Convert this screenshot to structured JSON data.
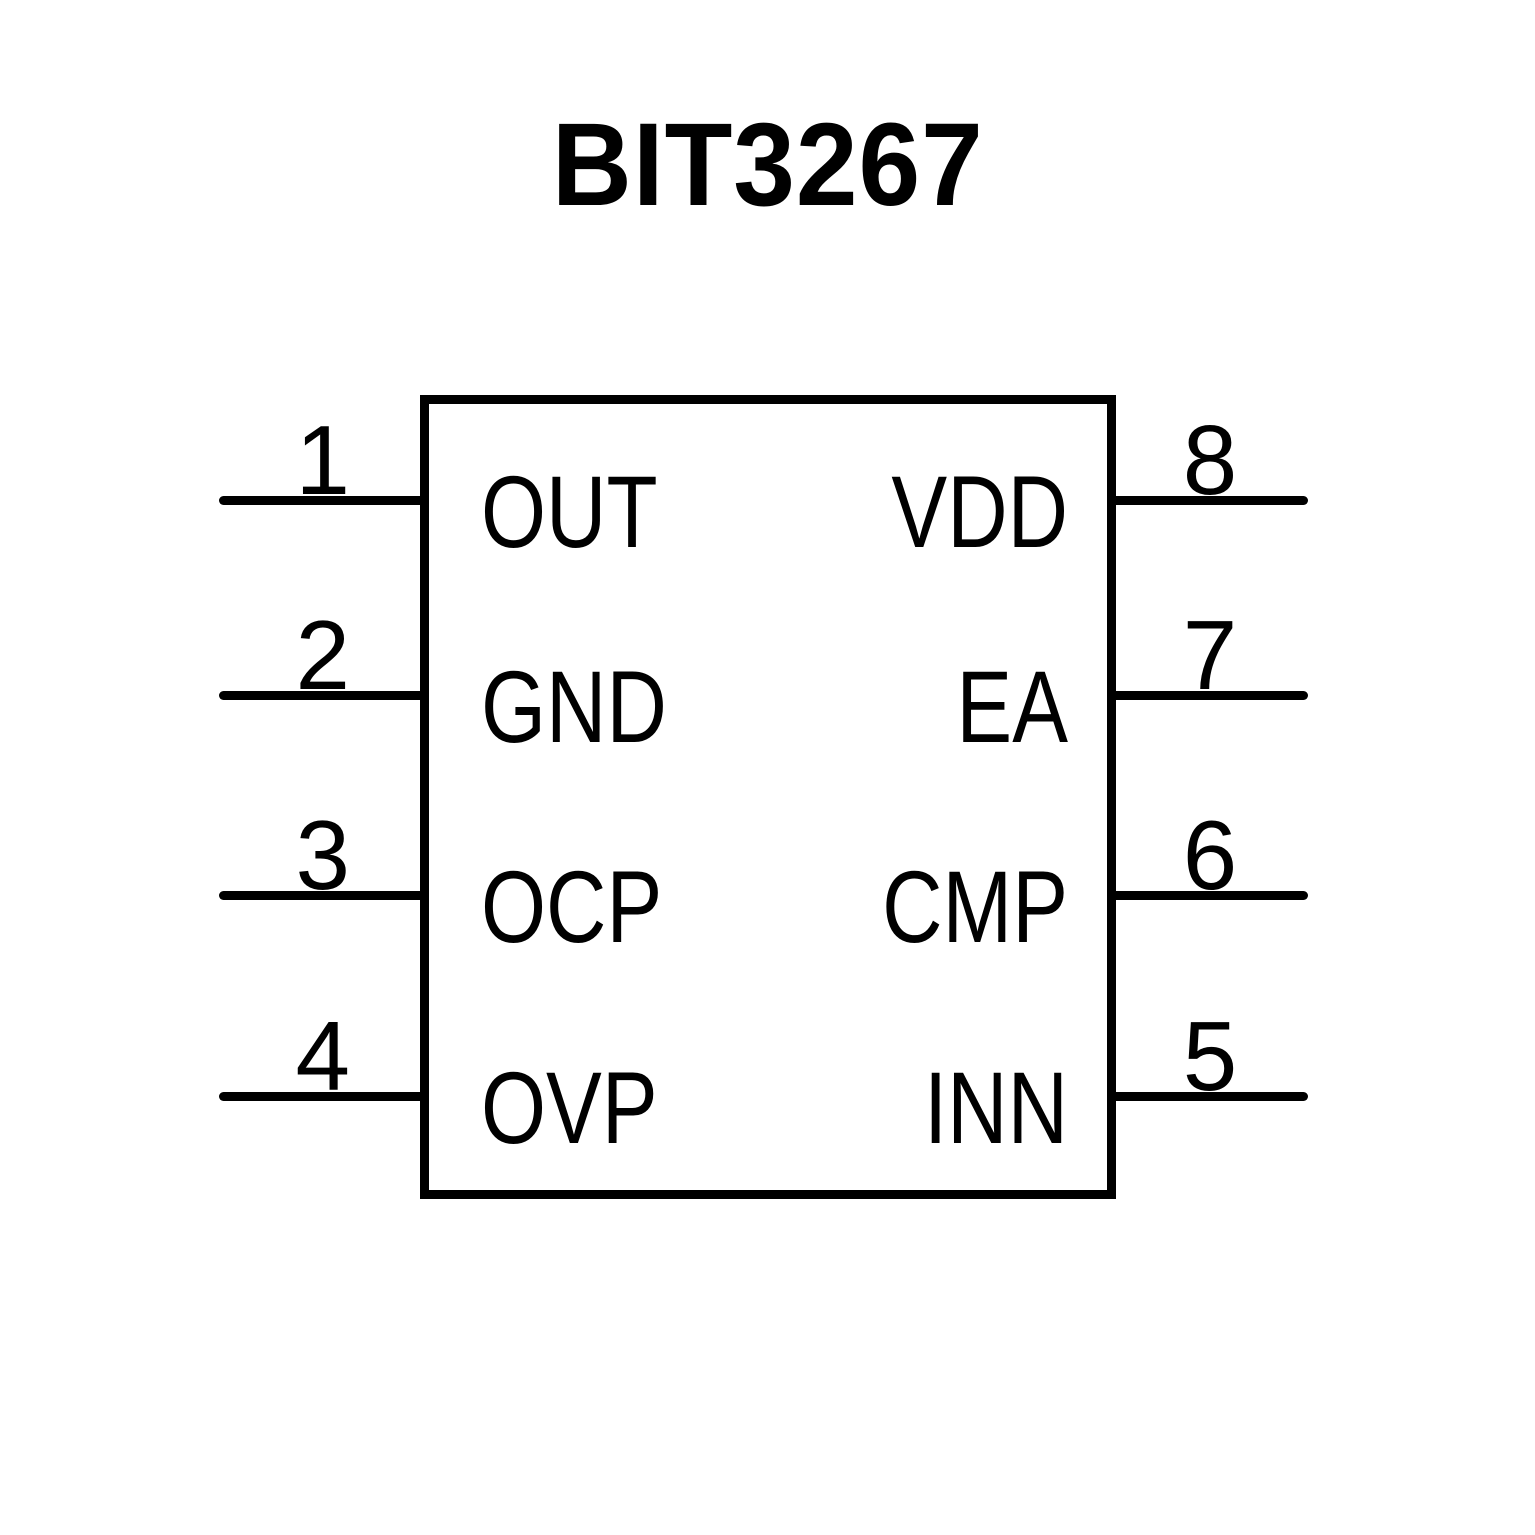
{
  "title": "BIT3267",
  "chip": {
    "package_shape": "rectangle",
    "left_pins": [
      {
        "number": "1",
        "label": "OUT"
      },
      {
        "number": "2",
        "label": "GND"
      },
      {
        "number": "3",
        "label": "OCP"
      },
      {
        "number": "4",
        "label": "OVP"
      }
    ],
    "right_pins": [
      {
        "number": "8",
        "label": "VDD"
      },
      {
        "number": "7",
        "label": "EA"
      },
      {
        "number": "6",
        "label": "CMP"
      },
      {
        "number": "5",
        "label": "INN"
      }
    ]
  },
  "colors": {
    "ink": "#000000",
    "background": "#ffffff"
  }
}
